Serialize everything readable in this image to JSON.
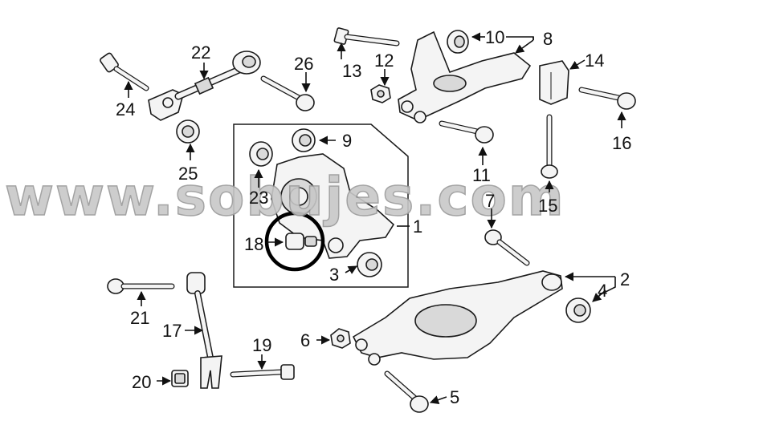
{
  "watermark": "www.sobujes.com",
  "highlight_color": "#000000",
  "callouts": {
    "c1": "1",
    "c2": "2",
    "c3": "3",
    "c4": "4",
    "c5": "5",
    "c6": "6",
    "c7": "7",
    "c8": "8",
    "c9": "9",
    "c10": "10",
    "c11": "11",
    "c12": "12",
    "c13": "13",
    "c14": "14",
    "c15": "15",
    "c16": "16",
    "c17": "17",
    "c18": "18",
    "c19": "19",
    "c20": "20",
    "c21": "21",
    "c22": "22",
    "c23": "23",
    "c24": "24",
    "c25": "25",
    "c26": "26"
  }
}
